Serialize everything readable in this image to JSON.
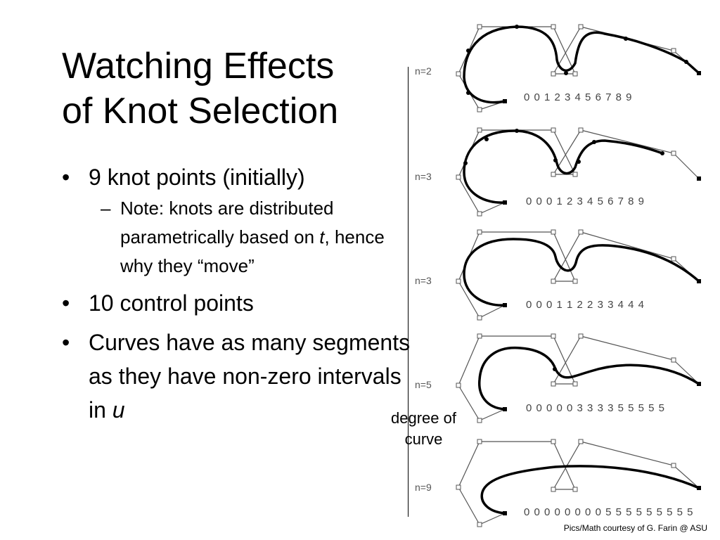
{
  "slide": {
    "title_line1": "Watching Effects",
    "title_line2": "of Knot Selection",
    "bullets": [
      {
        "text": "9 knot points (initially)"
      },
      {
        "pre": "Note: knots are distributed parametrically based on ",
        "em": "t",
        "post": ", hence why they “move”"
      },
      {
        "text": "10 control points"
      },
      {
        "pre": "Curves have as many segments as they have non-zero intervals in ",
        "em": "u"
      }
    ],
    "degree_label": "degree of curve",
    "credit": "Pics/Math courtesy of G. Farin  @ ASU"
  },
  "diagrams": [
    {
      "degree_label": "n=2",
      "knots": "0 0 1 2 3 4 5 6 7 8 9"
    },
    {
      "degree_label": "n=3",
      "knots": "0 0 0 1 2 3 4 5 6 7 8 9"
    },
    {
      "degree_label": "n=3",
      "knots": "0 0 0 1 1 2 2 3 3 4 4 4"
    },
    {
      "degree_label": "n=5",
      "knots": "0 0 0 0 0 3 3 3 3 5 5 5 5 5"
    },
    {
      "degree_label": "n=9",
      "knots": "0 0 0 0 0 0 0 0  5 5 5 5 5 5 5 5 5"
    }
  ]
}
